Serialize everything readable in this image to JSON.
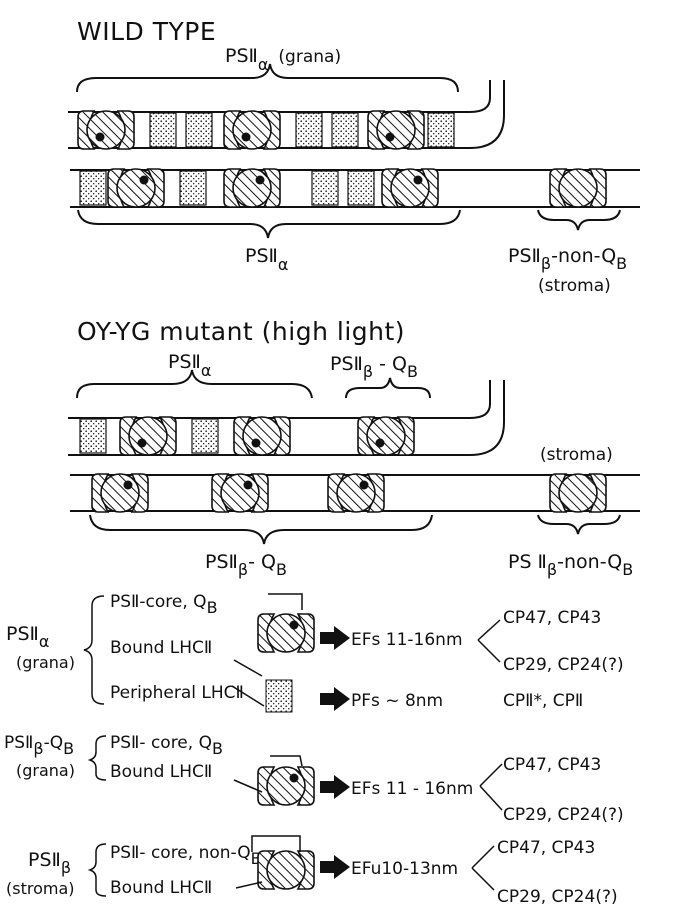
{
  "wild_type": {
    "title": "WILD TYPE",
    "top_brace": {
      "main": "PSⅡ",
      "sub": "α",
      "note": "(grana)"
    },
    "bottom_brace": {
      "main": "PSⅡ",
      "sub": "α"
    },
    "stroma_label": {
      "main": "PSⅡ",
      "sub": "β",
      "suffix": "-non-Q",
      "qsub": "B",
      "note": "(stroma)"
    }
  },
  "mutant": {
    "title": "OY-YG mutant (high light)",
    "top_left_brace": {
      "main": "PSⅡ",
      "sub": "α"
    },
    "top_right_brace": {
      "main": "PSⅡ",
      "sub": "β",
      "suffix": " - Q",
      "qsub": "B"
    },
    "stroma_note": "(stroma)",
    "bottom_left_brace": {
      "main": "PSⅡ",
      "sub": "β",
      "suffix": "- Q",
      "qsub": "B"
    },
    "bottom_right_brace": {
      "main": "PS Ⅱ",
      "sub": "β",
      "suffix": "-non-Q",
      "qsub": "B"
    }
  },
  "legend": {
    "alpha": {
      "main": "PSⅡ",
      "sub": "α",
      "note": "(grana)",
      "rows": [
        {
          "component": "PSⅡ-core, Q",
          "component_sub": "B"
        },
        {
          "component": "Bound LHCⅡ"
        },
        {
          "component": "Peripheral LHCⅡ"
        }
      ],
      "ef": "EFs 11-16nm",
      "pf": "PFs ~ 8nm",
      "cp_upper": "CP47, CP43",
      "cp_lower": "CP29, CP24(?)",
      "cp_pf": "CPⅡ*, CPⅡ"
    },
    "beta_qb": {
      "main": "PSⅡ",
      "sub": "β",
      "suffix": "-Q",
      "qsub": "B",
      "note": "(grana)",
      "rows": [
        {
          "component": "PSⅡ- core, Q",
          "component_sub": "B"
        },
        {
          "component": "Bound LHCⅡ"
        }
      ],
      "ef": "EFs 11 - 16nm",
      "cp_upper": "CP47, CP43",
      "cp_lower": "CP29, CP24(?)"
    },
    "beta": {
      "main": "PSⅡ",
      "sub": "β",
      "note": "(stroma)",
      "rows": [
        {
          "component": "PSⅡ- core, non-Q",
          "component_sub": "B"
        },
        {
          "component": "Bound LHCⅡ"
        }
      ],
      "ef": "EFu10-13nm",
      "cp_upper": "CP47, CP43",
      "cp_lower": "CP29, CP24(?)"
    }
  }
}
